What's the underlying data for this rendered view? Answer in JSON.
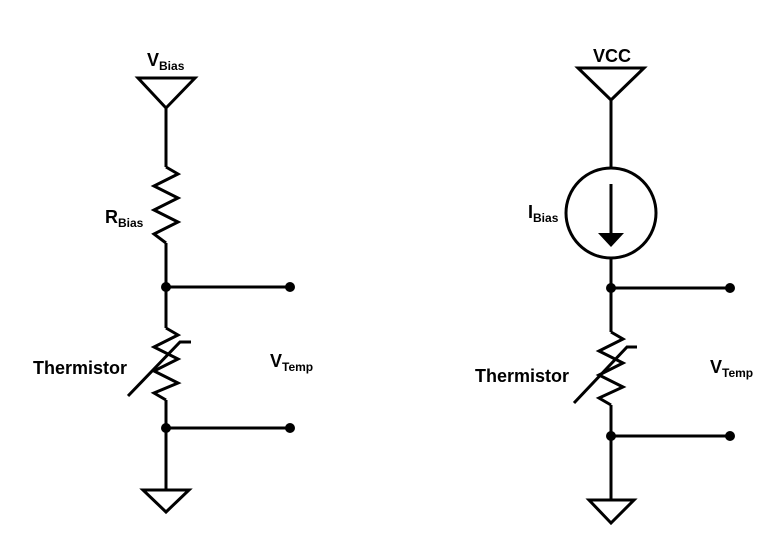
{
  "left_circuit": {
    "supply_label": {
      "main": "V",
      "sub": "Bias"
    },
    "resistor_label": {
      "main": "R",
      "sub": "Bias"
    },
    "thermistor_label": "Thermistor",
    "output_label": {
      "main": "V",
      "sub": "Temp"
    }
  },
  "right_circuit": {
    "supply_label": "VCC",
    "current_source_label": {
      "main": "I",
      "sub": "Bias"
    },
    "thermistor_label": "Thermistor",
    "output_label": {
      "main": "V",
      "sub": "Temp"
    }
  },
  "colors": {
    "line": "#000000",
    "background": "#ffffff"
  }
}
